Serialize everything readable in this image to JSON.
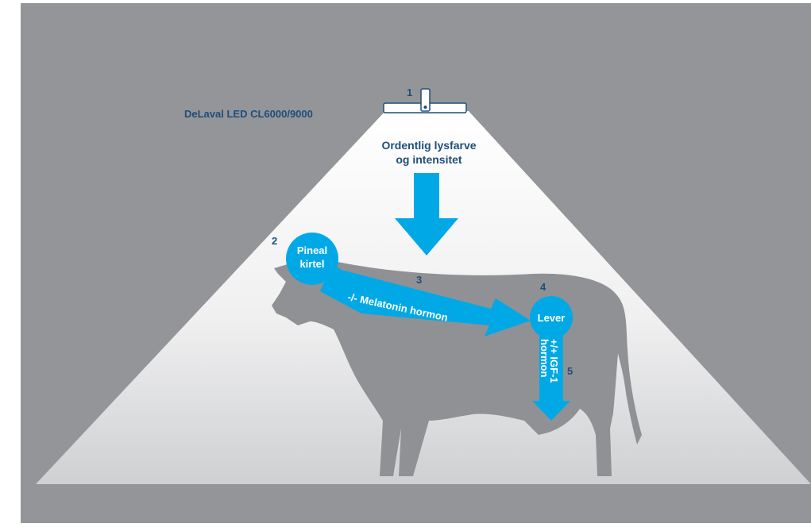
{
  "product_label": "DeLaval LED CL6000/9000",
  "light_label": {
    "line1": "Ordentlig lysfarve",
    "line2": "og intensitet"
  },
  "steps": {
    "s1": "1",
    "s2": "2",
    "s3": "3",
    "s4": "4",
    "s5": "5"
  },
  "pineal": {
    "line1": "Pineal",
    "line2": "kirtel"
  },
  "melatonin_label": "-/- Melatonin hormon",
  "liver_label": "Lever",
  "igf": {
    "line1": "+/+ IGF-1",
    "line2": "hormon"
  },
  "colors": {
    "background": "#939598",
    "cow": "#8f9194",
    "light_cone_top": "#ffffff",
    "light_cone_bottom": "#cfd0d2",
    "accent_blue": "#00a9e6",
    "label_navy": "#1f4e79",
    "lamp_fill": "#ffffff"
  }
}
